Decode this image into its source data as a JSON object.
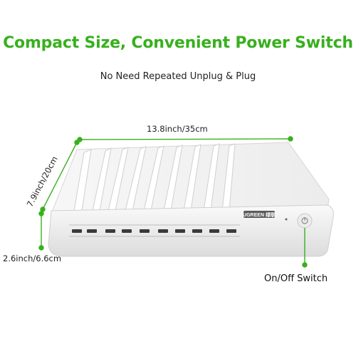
{
  "headline": "Compact Size, Convenient Power Switch",
  "subline": "No Need Repeated Unplug & Plug",
  "dimensions": {
    "width": "13.8inch/35cm",
    "depth": "7.9inch/20cm",
    "height": "2.6inch/6.6cm"
  },
  "brand": "UGREEN 绿联",
  "switch_label": "On/Off Switch",
  "colors": {
    "accent_green": "#38b01e",
    "device_white": "#f4f4f4",
    "port_dark": "#3a3a3a"
  }
}
